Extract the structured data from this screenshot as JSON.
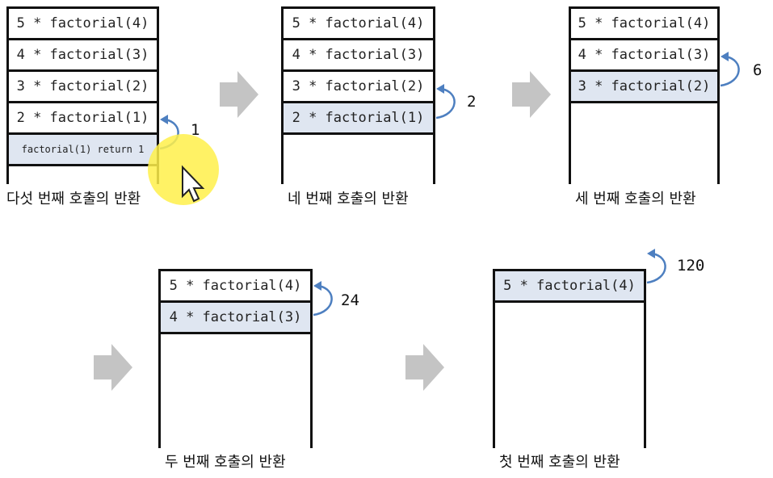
{
  "panels": [
    {
      "rows": [
        "5 * factorial(4)",
        "4 * factorial(3)",
        "3 * factorial(2)",
        "2 * factorial(1)",
        "factorial(1) return 1"
      ],
      "returned_value": "1",
      "caption": "다섯 번째 호출의 반환"
    },
    {
      "rows": [
        "5 * factorial(4)",
        "4 * factorial(3)",
        "3 * factorial(2)",
        "2 * factorial(1)"
      ],
      "returned_value": "2",
      "caption": "네 번째 호출의 반환"
    },
    {
      "rows": [
        "5 * factorial(4)",
        "4 * factorial(3)",
        "3 * factorial(2)"
      ],
      "returned_value": "6",
      "caption": "세 번째 호출의 반환"
    },
    {
      "rows": [
        "5 * factorial(4)",
        "4 * factorial(3)"
      ],
      "returned_value": "24",
      "caption": "두 번째 호출의 반환"
    },
    {
      "rows": [
        "5 * factorial(4)"
      ],
      "returned_value": "120",
      "caption": "첫 번째 호출의 반환"
    }
  ],
  "colors": {
    "highlight_row": "#dfe6f1",
    "return_arrow": "#4d7fc0",
    "step_arrow": "#c4c4c4",
    "cursor_highlight": "#fff04a"
  },
  "icons": [
    "arrow-right-icon",
    "curved-return-arrow-icon",
    "mouse-pointer-icon"
  ]
}
